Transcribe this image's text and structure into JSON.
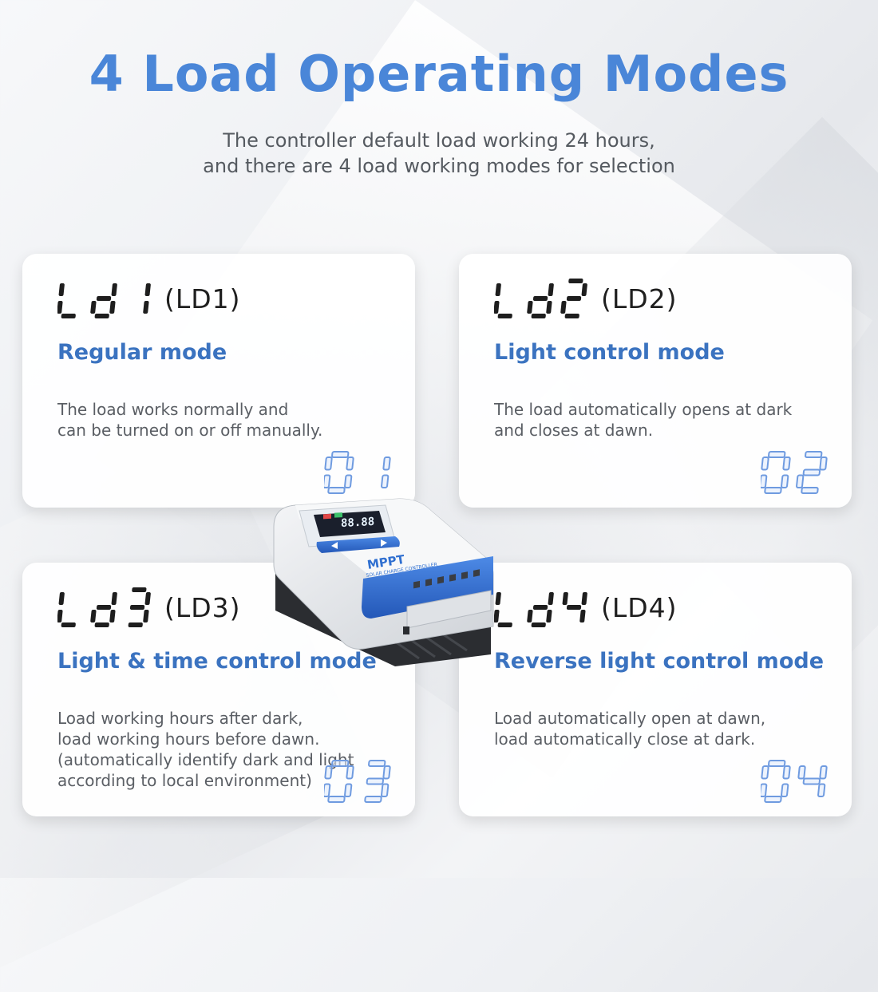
{
  "heading": {
    "title": "4 Load Operating Modes",
    "subtitle_lines": [
      "The controller default load working 24 hours,",
      "and there are 4 load working modes for selection"
    ]
  },
  "modes": [
    {
      "display_code": "Ld1",
      "code": "(LD1)",
      "title": "Regular mode",
      "description_lines": [
        "The load works normally and",
        "can be turned on or off manually."
      ],
      "number": "01"
    },
    {
      "display_code": "Ld2",
      "code": "(LD2)",
      "title": "Light control mode",
      "description_lines": [
        "The load automatically opens at dark",
        "and closes at dawn."
      ],
      "number": "02"
    },
    {
      "display_code": "Ld3",
      "code": "(LD3)",
      "title": "Light & time control mode",
      "description_lines": [
        "Load working hours after dark,",
        "load working hours before dawn.",
        "(automatically identify dark and light",
        "according to local environment)"
      ],
      "number": "03"
    },
    {
      "display_code": "Ld4",
      "code": "(LD4)",
      "title": "Reverse light control mode",
      "description_lines": [
        "Load automatically open at dawn,",
        "load automatically close at dark."
      ],
      "number": "04"
    }
  ],
  "device": {
    "brand_label": "MPPT",
    "sub_label": "SOLAR CHARGE CONTROLLER",
    "screen_readout": "88.88",
    "icon": "solar-charge-controller-icon"
  },
  "colors": {
    "accent_blue": "#4a86d8",
    "mode_title_blue": "#3b73c0",
    "number_outline_blue": "#6f9be0",
    "device_blue": "#2f6fd0"
  }
}
